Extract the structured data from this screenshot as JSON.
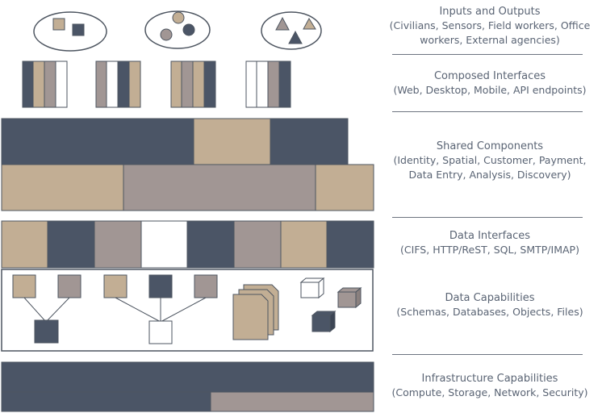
{
  "colors": {
    "slate": "#4b5566",
    "tan": "#c2ae94",
    "taupe": "#a19694",
    "white": "#ffffff",
    "outline": "#4d5560",
    "text": "#5a6474"
  },
  "layers": [
    {
      "title": "Inputs and Outputs",
      "description": "(Civilians, Sensors, Field workers, Office workers, External agencies)"
    },
    {
      "title": "Composed Interfaces",
      "description": "(Web, Desktop, Mobile, API endpoints)"
    },
    {
      "title": "Shared Components",
      "description": "(Identity, Spatial, Customer, Payment, Data Entry, Analysis, Discovery)"
    },
    {
      "title": "Data Interfaces",
      "description": "(CIFS, HTTP/ReST, SQL, SMTP/IMAP)"
    },
    {
      "title": "Data Capabilities",
      "description": "(Schemas, Databases, Objects, Files)"
    },
    {
      "title": "Infrastructure Capabilities",
      "description": "(Compute, Storage, Network, Security)"
    }
  ]
}
